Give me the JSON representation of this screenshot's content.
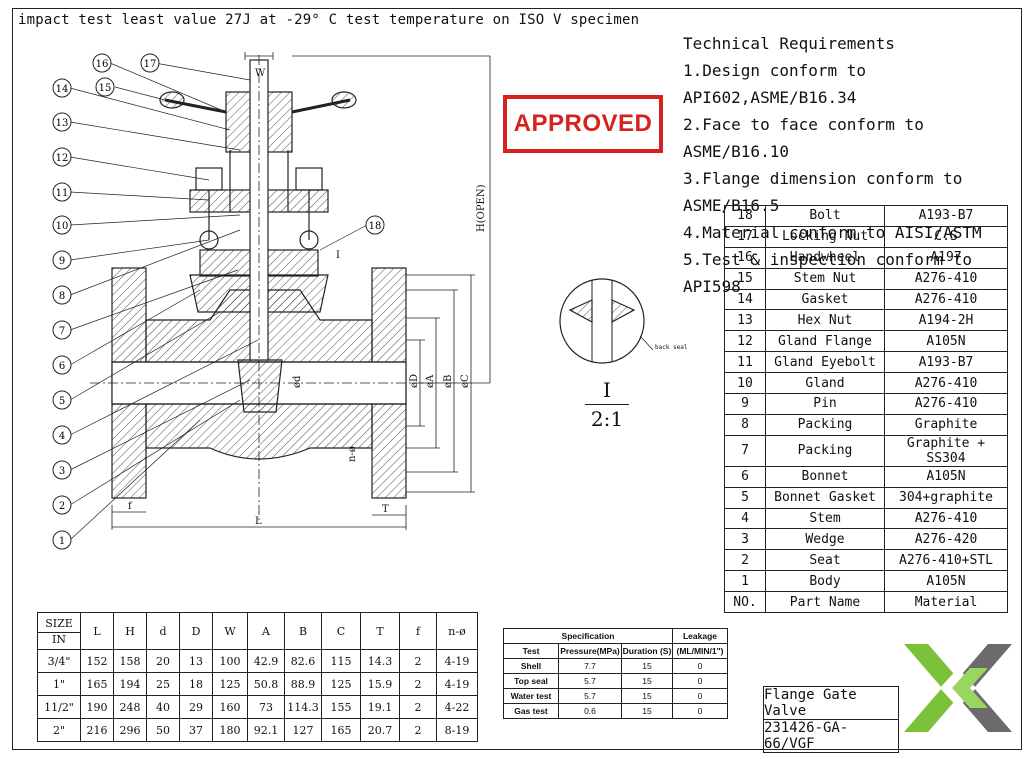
{
  "note": "impact test least value  27J at -29° C test temperature on ISO V specimen",
  "stamp": "APPROVED",
  "technical_requirements": {
    "title": "Technical Requirements",
    "items": [
      "1.Design conform to API602,ASME/B16.34",
      "2.Face to face conform to ASME/B16.10",
      "3.Flange dimension conform to ASME/B16.5",
      "4.Material conform to AISI/ASTM",
      "5.Test & inspection conform to API598"
    ]
  },
  "parts_list": {
    "rows": [
      [
        "18",
        "Bolt",
        "A193-B7"
      ],
      [
        "17",
        "Locking Nut",
        "C.S"
      ],
      [
        "16",
        "Handwheel",
        "A197"
      ],
      [
        "15",
        "Stem Nut",
        "A276-410"
      ],
      [
        "14",
        "Gasket",
        "A276-410"
      ],
      [
        "13",
        "Hex Nut",
        "A194-2H"
      ],
      [
        "12",
        "Gland Flange",
        "A105N"
      ],
      [
        "11",
        "Gland Eyebolt",
        "A193-B7"
      ],
      [
        "10",
        "Gland",
        "A276-410"
      ],
      [
        "9",
        "Pin",
        "A276-410"
      ],
      [
        "8",
        "Packing",
        "Graphite"
      ],
      [
        "7",
        "Packing",
        "Graphite + SS304"
      ],
      [
        "6",
        "Bonnet",
        "A105N"
      ],
      [
        "5",
        "Bonnet Gasket",
        "304+graphite"
      ],
      [
        "4",
        "Stem",
        "A276-410"
      ],
      [
        "3",
        "Wedge",
        "A276-420"
      ],
      [
        "2",
        "Seat",
        "A276-410+STL"
      ],
      [
        "1",
        "Body",
        "A105N"
      ]
    ],
    "header": [
      "NO.",
      "Part Name",
      "Material"
    ]
  },
  "dimensions": {
    "size_label": "SIZE",
    "size_unit": "IN",
    "columns": [
      "L",
      "H",
      "d",
      "D",
      "W",
      "A",
      "B",
      "C",
      "T",
      "f",
      "n-ø"
    ],
    "rows": [
      [
        "3/4\"",
        "152",
        "158",
        "20",
        "13",
        "100",
        "42.9",
        "82.6",
        "115",
        "14.3",
        "2",
        "4-19"
      ],
      [
        "1\"",
        "165",
        "194",
        "25",
        "18",
        "125",
        "50.8",
        "88.9",
        "125",
        "15.9",
        "2",
        "4-19"
      ],
      [
        "11/2\"",
        "190",
        "248",
        "40",
        "29",
        "160",
        "73",
        "114.3",
        "155",
        "19.1",
        "2",
        "4-22"
      ],
      [
        "2\"",
        "216",
        "296",
        "50",
        "37",
        "180",
        "92.1",
        "127",
        "165",
        "20.7",
        "2",
        "8-19"
      ]
    ]
  },
  "specification": {
    "group_header": "Specification",
    "leakage_header": "Leakage",
    "columns": [
      "Test",
      "Pressure(MPa)",
      "Duration (S)",
      "(ML/MIN/1\")"
    ],
    "rows": [
      [
        "Shell",
        "7.7",
        "15",
        "0"
      ],
      [
        "Top seal",
        "5.7",
        "15",
        "0"
      ],
      [
        "Water test",
        "5.7",
        "15",
        "0"
      ],
      [
        "Gas test",
        "0.6",
        "15",
        "0"
      ]
    ]
  },
  "title_block": {
    "name": "Flange Gate Valve",
    "number": "231426-GA-66/VGF"
  },
  "detail": {
    "label": "I",
    "scale": "2:1",
    "note": "back seal"
  },
  "drawing": {
    "balloons": [
      "1",
      "2",
      "3",
      "4",
      "5",
      "6",
      "7",
      "8",
      "9",
      "10",
      "11",
      "12",
      "13",
      "14",
      "15",
      "16",
      "17",
      "18"
    ],
    "dim_labels": {
      "W": "W",
      "H": "H(OPEN)",
      "L": "L",
      "f": "f",
      "T": "T",
      "d": "ød",
      "D": "øD",
      "A": "øA",
      "B": "øB",
      "C": "øC",
      "nf": "n-ø",
      "detail_ref": "I"
    }
  },
  "colors": {
    "stamp": "#d6231f",
    "logo_green": "#7cc13a",
    "logo_grey": "#6b6b6b"
  }
}
